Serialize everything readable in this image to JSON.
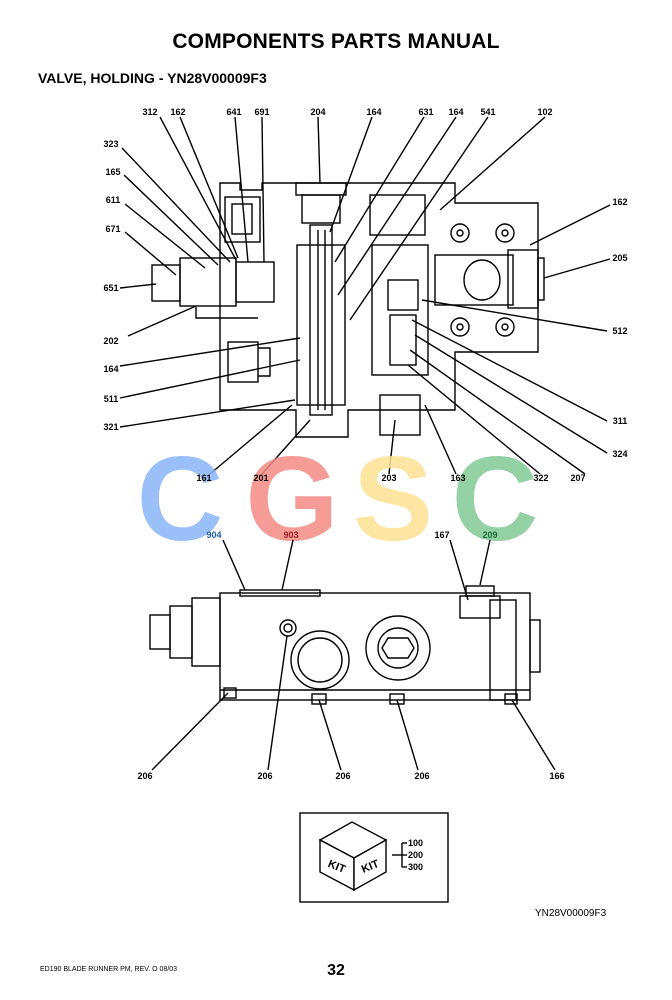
{
  "header": {
    "title": "COMPONENTS PARTS MANUAL",
    "subtitle": "VALVE, HOLDING - YN28V00009F3"
  },
  "callouts_top": {
    "c312": "312",
    "c162a": "162",
    "c641": "641",
    "c691": "691",
    "c204": "204",
    "c164a": "164",
    "c631": "631",
    "c164b": "164",
    "c541": "541",
    "c102": "102",
    "c323": "323",
    "c165": "165",
    "c611": "611",
    "c671": "671",
    "c651": "651",
    "c202": "202",
    "c164c": "164",
    "c511": "511",
    "c321": "321",
    "c162b": "162",
    "c205": "205",
    "c512": "512",
    "c311": "311",
    "c324": "324",
    "c161": "161",
    "c201": "201",
    "c203": "203",
    "c163": "163",
    "c322": "322",
    "c207": "207"
  },
  "callouts_bottom": {
    "c904": "904",
    "c903": "903",
    "c167": "167",
    "c209": "209",
    "c206a": "206",
    "c206b": "206",
    "c206c": "206",
    "c206d": "206",
    "c166": "166"
  },
  "kit": {
    "label1": "KIT",
    "label2": "KIT",
    "items": [
      "100",
      "200",
      "300"
    ]
  },
  "watermark": {
    "letters": [
      "C",
      "G",
      "S",
      "C"
    ],
    "colors": [
      "#8ab4f8",
      "#f28b82",
      "#fde293",
      "#81c995"
    ]
  },
  "footer": {
    "figure_ref": "YN28V00009F3",
    "left": "ED190 BLADE RUNNER PM, REV. O 08/03",
    "page_number": "32"
  }
}
